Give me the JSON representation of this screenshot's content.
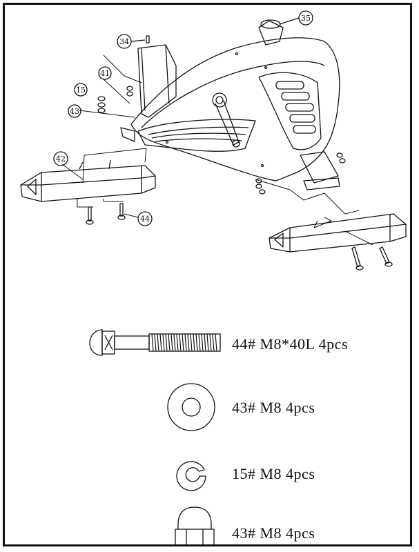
{
  "callouts": {
    "c34": "34",
    "c35": "35",
    "c41": "41",
    "c15": "15",
    "c43": "43",
    "c42": "42",
    "c44": "44"
  },
  "parts": [
    {
      "text": "44#  M8*40L 4pcs",
      "icon": "carriage-bolt-icon"
    },
    {
      "text": "43# M8  4pcs",
      "icon": "flat-washer-icon"
    },
    {
      "text": "15# M8  4pcs",
      "icon": "split-lock-washer-icon"
    },
    {
      "text": "43# M8  4pcs",
      "icon": "acorn-nut-icon"
    }
  ]
}
